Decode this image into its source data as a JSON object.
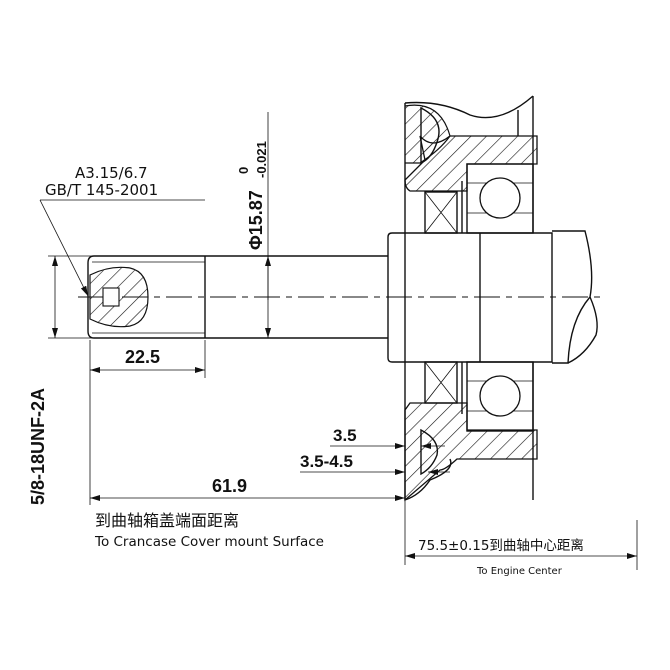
{
  "drawing": {
    "center_drill_spec": "A3.15/6.7",
    "center_drill_standard": "GB/T 145-2001",
    "shaft_diameter": "Φ15.87",
    "shaft_tol_upper": "0",
    "shaft_tol_lower": "-0.021",
    "thread_spec": "5/8-18UNF-2A",
    "dim_thread_length": "22.5",
    "dim_to_cover": "61.9",
    "dim_gap_1": "3.5",
    "dim_gap_2": "3.5-4.5",
    "cover_label_cn": "到曲轴箱盖端面距离",
    "cover_label_en": "To Crancase Cover mount Surface",
    "center_dist_label": "75.5±0.15到曲轴中心距离",
    "center_label_en": "To Engine Center"
  }
}
